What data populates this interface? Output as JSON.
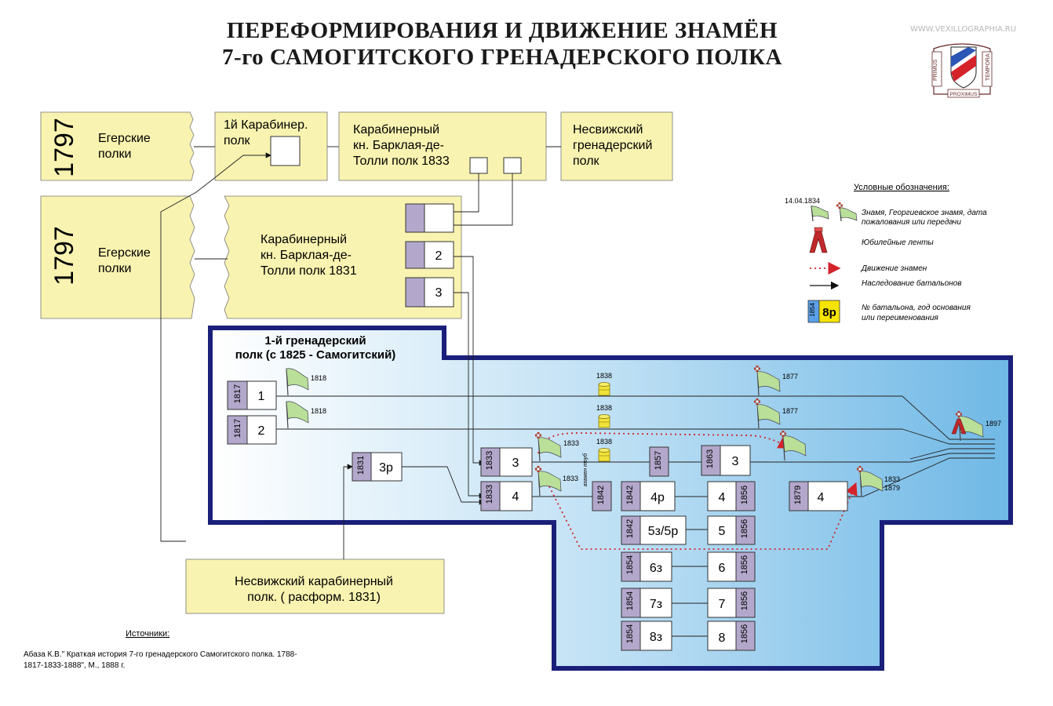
{
  "header": {
    "title_line1": "ПЕРЕФОРМИРОВАНИЯ И ДВИЖЕНИЕ ЗНАМЁН",
    "title_line2": "7-го САМОГИТСКОГО ГРЕНАДЕРСКОГО ПОЛКА",
    "site": "WWW.VEXILLOGRAPHIA.RU",
    "logo_words": [
      "PRIMUS",
      "PROXIMUS",
      "TEMPORA"
    ]
  },
  "top_row": {
    "eger1_year": "1797",
    "eger1_name": [
      "Егерские",
      "полки"
    ],
    "karab1_name": [
      "1й Карабинер.",
      "полк"
    ],
    "bark1833_name": [
      "Карабинерный",
      "кн. Барклая-де-",
      "Толли полк 1833"
    ],
    "nesv_gren_name": [
      "Несвижский",
      "гренадерский",
      "полк"
    ]
  },
  "second_row": {
    "eger2_year": "1797",
    "eger2_name": [
      "Егерские",
      "полки"
    ],
    "bark1831_name": [
      "Карабинерный",
      "кн. Барклая-де-",
      "Толли полк 1831"
    ],
    "bat2": "2",
    "bat3": "3"
  },
  "main": {
    "regiment_name": [
      "1-й гренадерский",
      "полк (с 1825 - Самогитский)"
    ],
    "bat1": {
      "year": "1817",
      "num": "1"
    },
    "bat2": {
      "year": "1817",
      "num": "2"
    },
    "bat3r": {
      "year": "1831",
      "num": "3р"
    },
    "bat3": {
      "year": "1833",
      "num": "3"
    },
    "bat4": {
      "year": "1833",
      "num": "4"
    },
    "b1857": "1857",
    "b1842": "1842",
    "bat3b": {
      "year": "1863",
      "num": "3"
    },
    "bat4r": {
      "year": "1842",
      "num": "4р"
    },
    "bat4b": {
      "year": "1856",
      "num": "4"
    },
    "bat5z": {
      "year": "1842",
      "num": "5з/5р"
    },
    "bat5": {
      "year": "1856",
      "num": "5"
    },
    "bat6z": {
      "year": "1854",
      "num": "6з"
    },
    "bat6": {
      "year": "1856",
      "num": "6"
    },
    "bat7z": {
      "year": "1854",
      "num": "7з"
    },
    "bat7": {
      "year": "1856",
      "num": "7"
    },
    "bat8z": {
      "year": "1854",
      "num": "8з"
    },
    "bat8": {
      "year": "1856",
      "num": "8"
    },
    "bat4c": {
      "year": "1879",
      "num": "4"
    },
    "flag1_year": "1818",
    "flag2_year": "1818",
    "ribbon1_year": "1838",
    "ribbon2_year": "1838",
    "ribbon3_year": "1838",
    "gflag1_year": "1877",
    "gflag2_year": "1877",
    "flag3_year": "1833",
    "flag4_year": "1833",
    "flag5_year1": "1833",
    "flag5_year2": "1879",
    "final_year": "1897",
    "trumpets": "взамен труб"
  },
  "nesv_karab": [
    "Несвижский карабинерный",
    "полк. ( расформ. 1831)"
  ],
  "legend": {
    "title": "Условные обозначения:",
    "date": "14.04.1834",
    "item1": [
      "Знамя, Георгиевское знамя, дата",
      "пожалования или передачи"
    ],
    "item2": "Юбилейные ленты",
    "item3": "Движение знамен",
    "item4": "Наследование батальонов",
    "item5": [
      "№ батальона, год основания",
      "или переименования"
    ],
    "sample_year": "1854",
    "sample_num": "8р"
  },
  "sources": {
    "title": "Источники:",
    "text": [
      "Абаза К.В.\" Краткая история 7-го гренадерского Самогитского полка. 1788-",
      "1817-1833-1888\", М., 1888 г."
    ]
  },
  "colors": {
    "box_fill": "#f8f3b0",
    "year_fill": "#b3a8cc",
    "border_blue": "#1a1f7a",
    "flag_green": "#b9df98",
    "flow_red": "#d4232a"
  }
}
